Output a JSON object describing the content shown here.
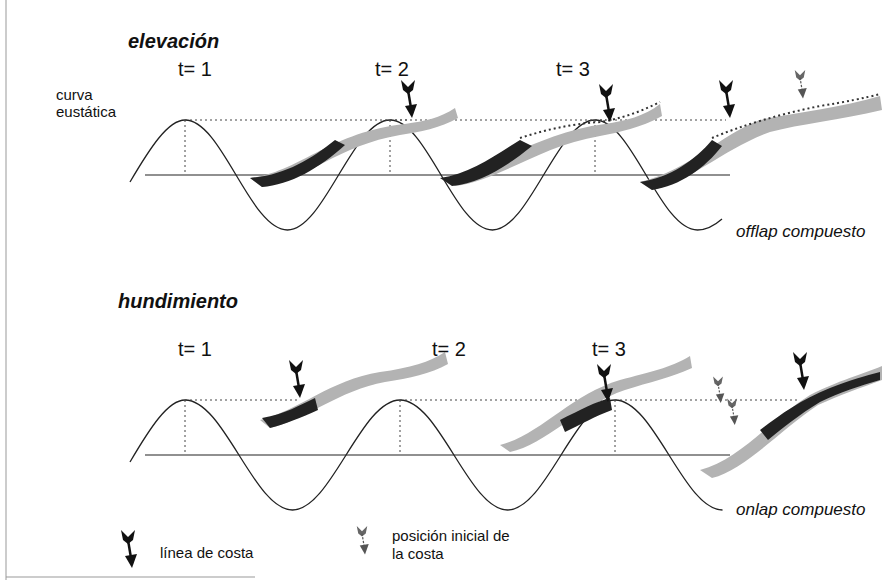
{
  "diagram": {
    "labels": [
      "elevación",
      "t= 1",
      "t= 2",
      "t= 3",
      "curva eustática",
      "offlap compuesto",
      "hundimiento",
      "t= 1",
      "t= 2",
      "t= 3",
      "onlap compuesto"
    ],
    "legend": [
      {
        "text": "línea de costa"
      },
      {
        "text": "posición inicial de la costa"
      }
    ]
  }
}
